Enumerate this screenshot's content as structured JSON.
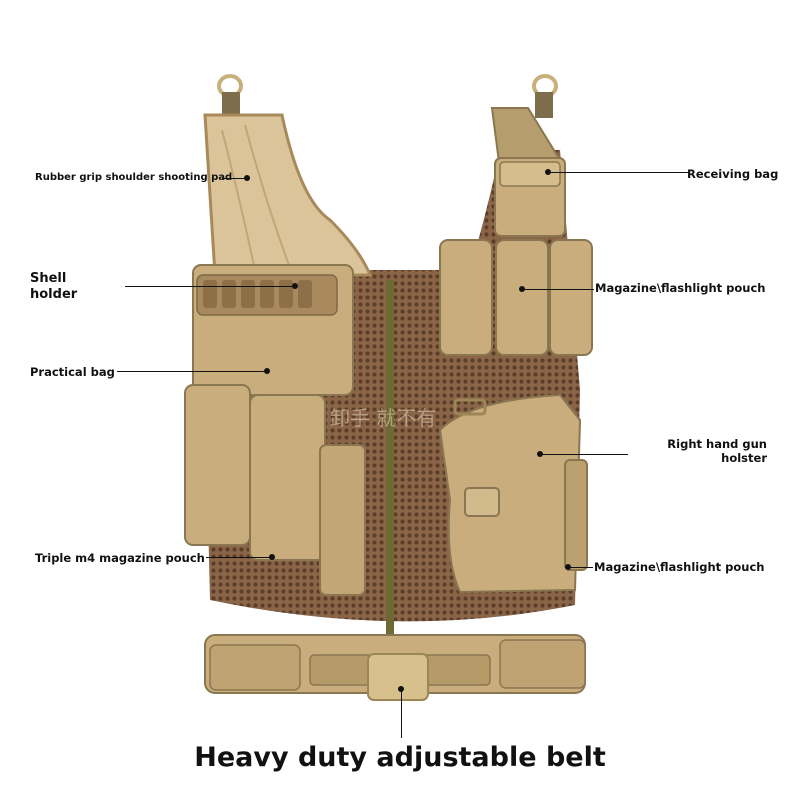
{
  "labels": {
    "shoulder_pad": "Rubber grip shoulder shooting pad",
    "receiving_bag": "Receiving bag",
    "shell_holder_1": "Shell",
    "shell_holder_2": "holder",
    "mag_pouch_top": "Magazine\\flashlight pouch",
    "practical_bag": "Practical bag",
    "gun_holster_1": "Right hand gun",
    "gun_holster_2": "holster",
    "triple_m4": "Triple m4 magazine pouch",
    "mag_pouch_bottom": "Magazine\\flashlight pouch"
  },
  "title": "Heavy duty adjustable belt",
  "colors": {
    "tan": "#c9ad7c",
    "tan_dark": "#a88a5a",
    "tan_light": "#d9c49a",
    "strap": "#8a7650",
    "mesh": "#7a5a3e",
    "zipper": "#6f6a34"
  }
}
